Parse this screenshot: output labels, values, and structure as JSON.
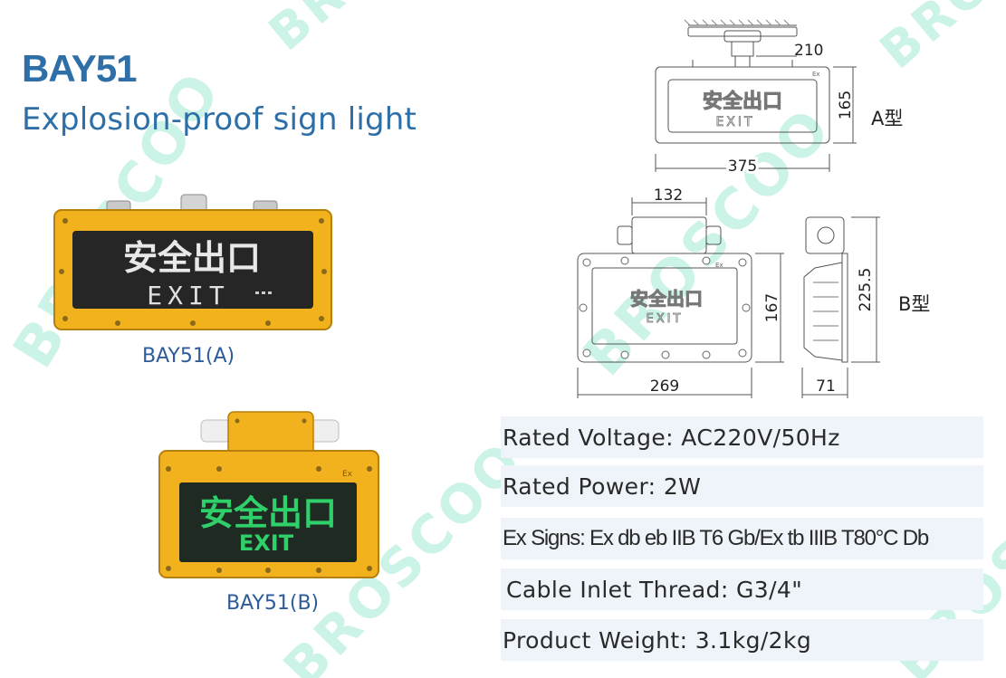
{
  "header": {
    "title": "BAY51",
    "subtitle": "Explosion-proof sign light"
  },
  "watermark": "BROSCOO",
  "products": [
    {
      "label": "BAY51(A)",
      "sign_cn": "安全出口",
      "sign_en": "EXIT"
    },
    {
      "label": "BAY51(B)",
      "sign_cn": "安全出口",
      "sign_en": "EXIT",
      "ex_mark": "Ex"
    }
  ],
  "drawings": {
    "a": {
      "type_label": "A型",
      "dim_top": "210",
      "dim_height": "165",
      "dim_width": "375",
      "sign_cn": "安全出口",
      "sign_en": "EXIT",
      "ex_mark": "Ex"
    },
    "b": {
      "type_label": "B型",
      "dim_top": "132",
      "dim_height": "167",
      "dim_width": "269",
      "dim_side_height": "225.5",
      "dim_side_width": "71",
      "sign_cn": "安全出口",
      "sign_en": "EXIT",
      "ex_mark": "Ex"
    }
  },
  "specs": [
    {
      "label": "Rated Voltage: AC220V/50Hz"
    },
    {
      "label": "Rated Power: 2W"
    },
    {
      "label": "Ex Signs: Ex db eb IIB T6 Gb/Ex tb IIIB T80°C Db"
    },
    {
      "label": "Cable Inlet Thread: G3/4\""
    },
    {
      "label": "Product Weight: 3.1kg/2kg"
    }
  ],
  "colors": {
    "brand_blue": "#2e6fa8",
    "housing_yellow": "#f2b21e",
    "watermark_green": "#6edcb9",
    "spec_bg": "#eef4fa"
  }
}
